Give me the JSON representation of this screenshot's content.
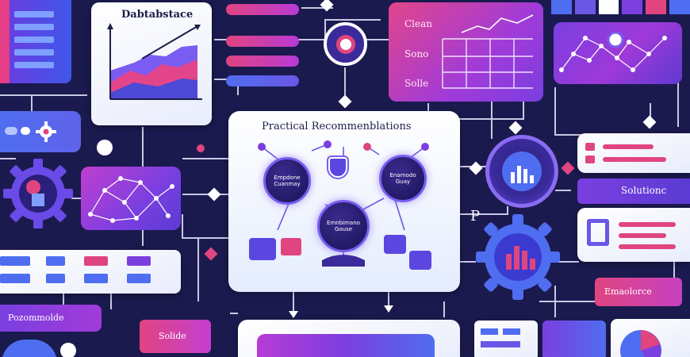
{
  "top_chart_card": {
    "title": "Dabtabstace"
  },
  "right_table_card": {
    "rows": [
      "Clean",
      "Sono",
      "Solle"
    ]
  },
  "central_panel": {
    "title": "Practical Recommenblations",
    "nodes": [
      {
        "label": "Empdone Cuanmay"
      },
      {
        "label": "Enarnodo Guay"
      },
      {
        "label": "Emnbimano Gouse"
      }
    ]
  },
  "right_labels": {
    "solutions": "Solutionc",
    "letter": "P",
    "emaolorce": "Emaolorce"
  },
  "left_bottom": {
    "recommendation": "Pozommolde",
    "button_small": "Solide"
  },
  "colors": {
    "background": "#1b1a4e",
    "accent_violet": "#7b3fe0",
    "accent_pink": "#e0457f",
    "accent_blue": "#4f6df0"
  }
}
